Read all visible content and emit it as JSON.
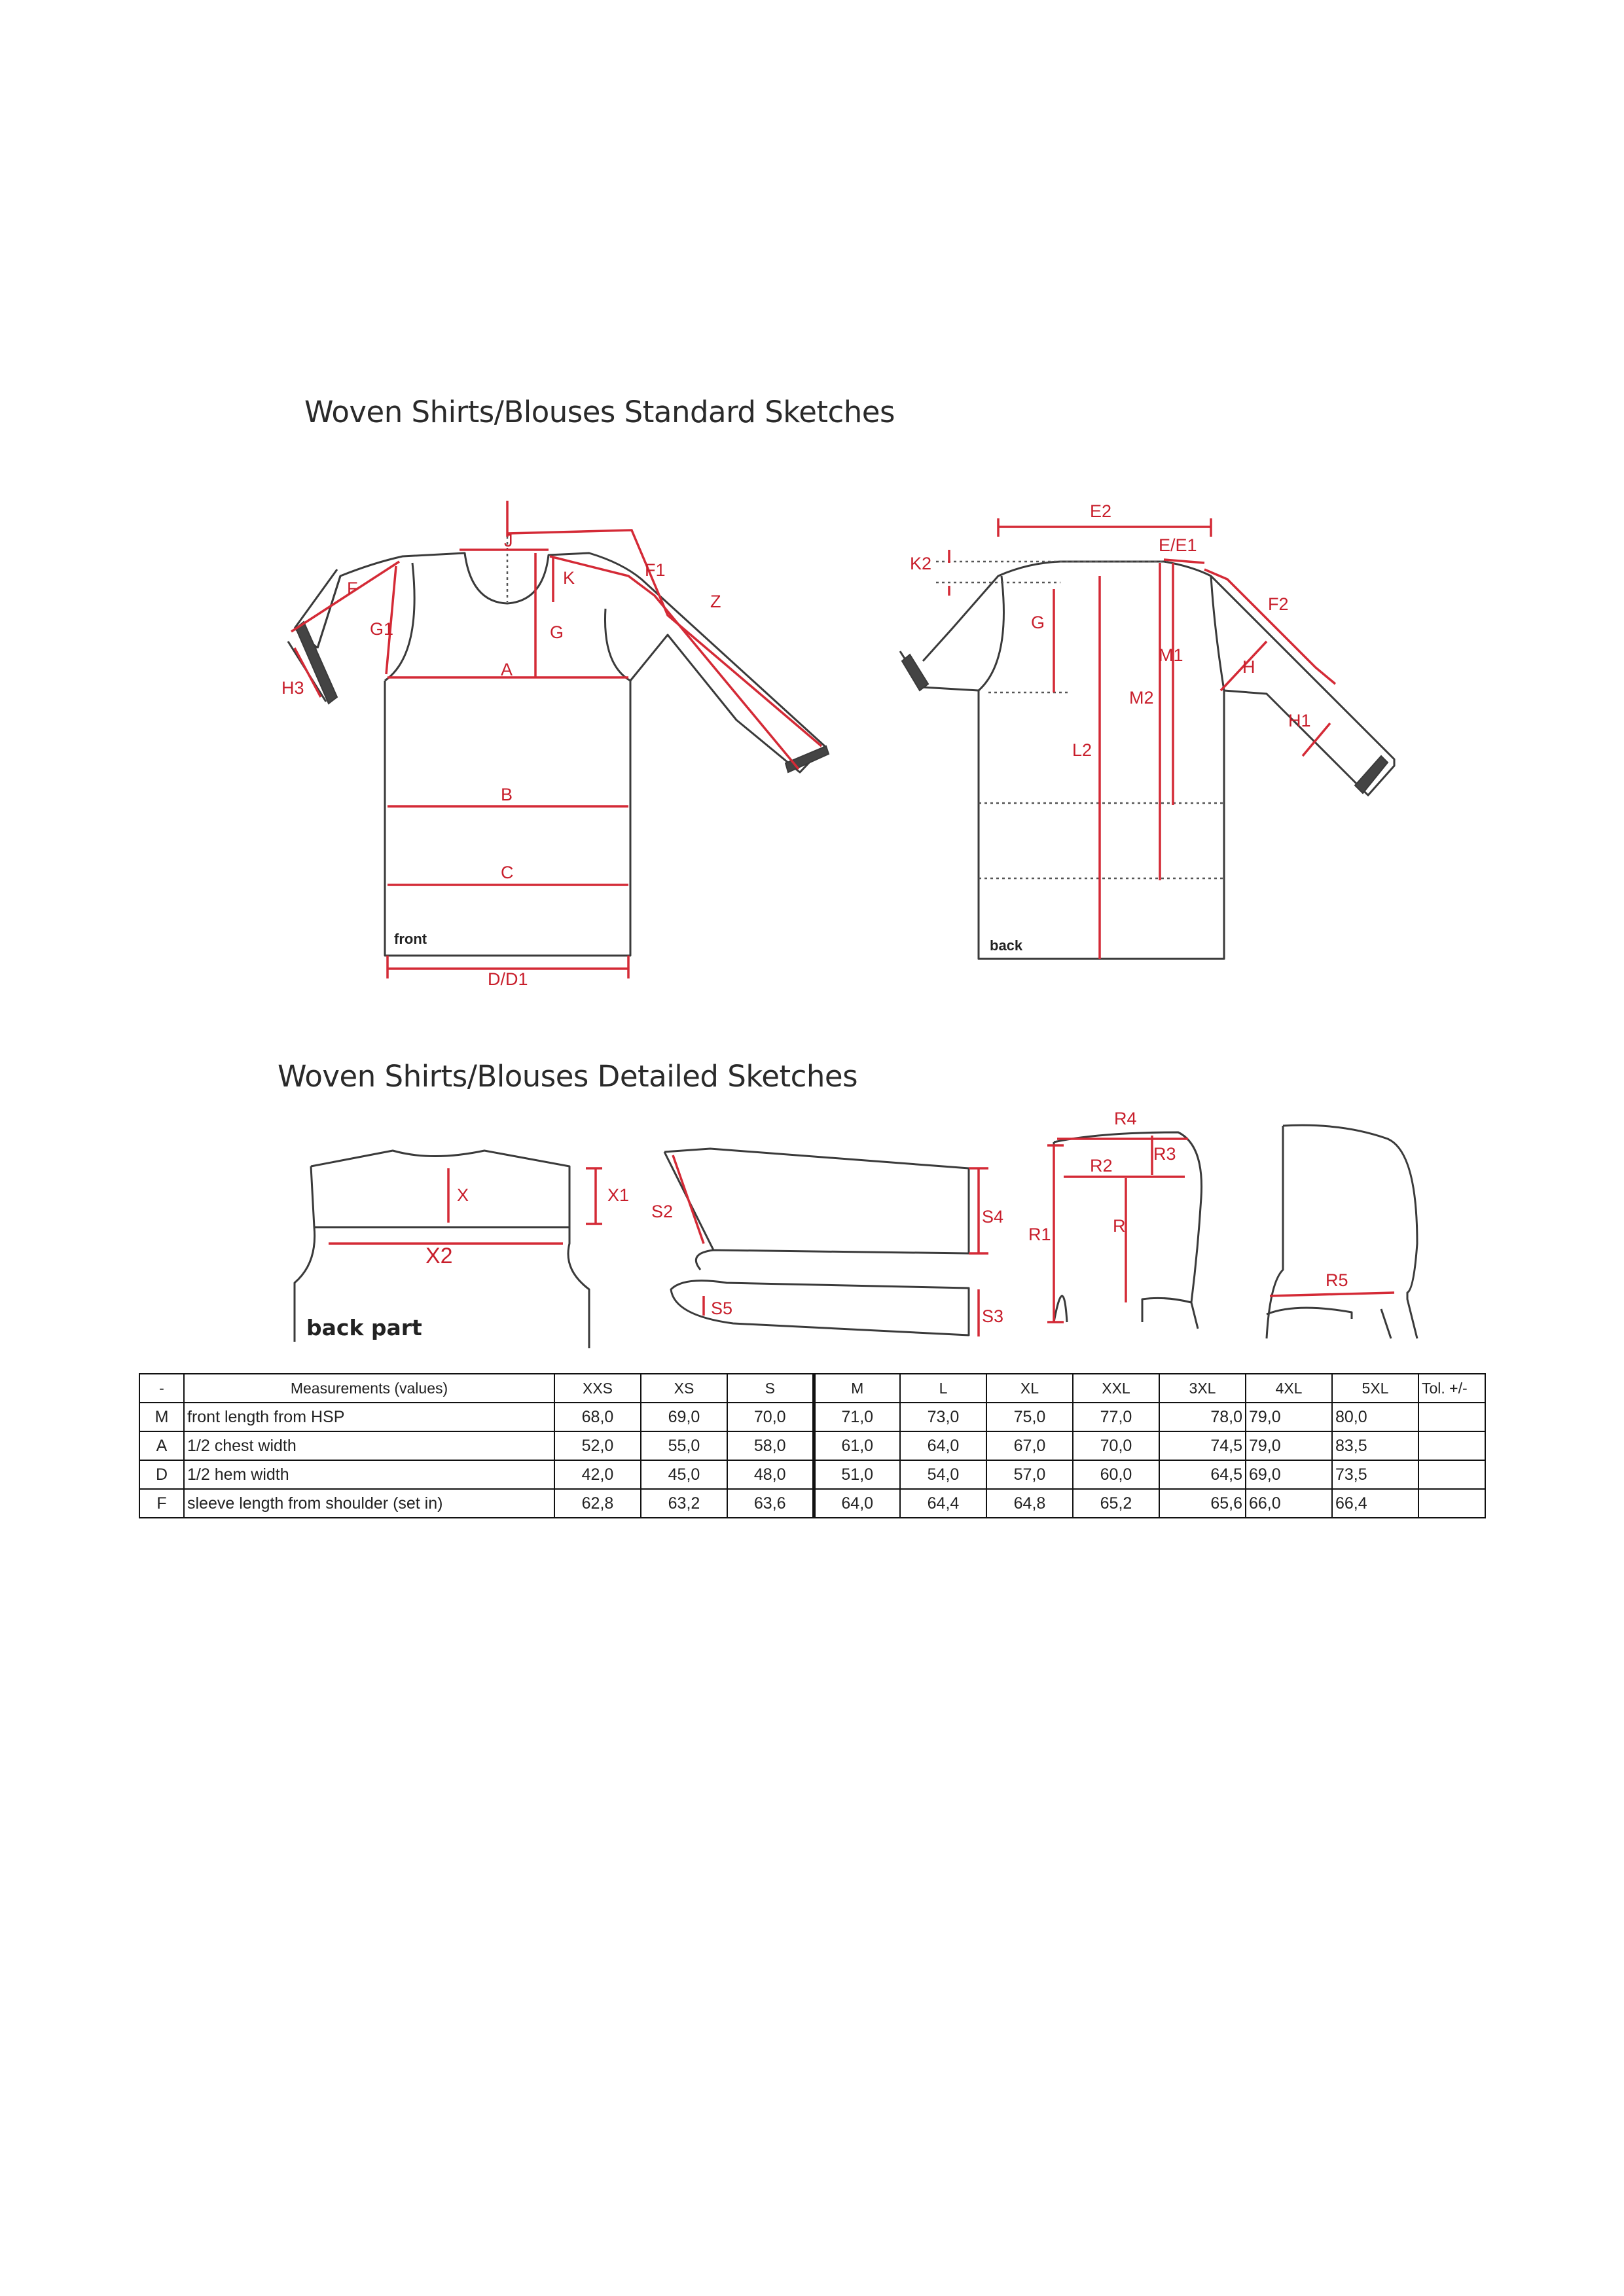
{
  "titles": {
    "standard": "Woven Shirts/Blouses Standard Sketches",
    "detailed": "Woven Shirts/Blouses Detailed Sketches"
  },
  "sketch_labels": {
    "front": "front",
    "back": "back",
    "back_part": "back part",
    "front_marks": [
      "J",
      "K",
      "F",
      "F1",
      "Z",
      "G1",
      "G",
      "H3",
      "A",
      "B",
      "C",
      "D/D1"
    ],
    "back_marks": [
      "E2",
      "E/E1",
      "K2",
      "G",
      "F2",
      "M1",
      "H",
      "M2",
      "H1",
      "L2"
    ],
    "detail_marks": [
      "X",
      "X1",
      "X2",
      "S2",
      "S4",
      "S5",
      "S3",
      "R4",
      "R3",
      "R2",
      "R1",
      "R",
      "R5"
    ]
  },
  "table": {
    "header": {
      "code": "-",
      "label": "Measurements (values)",
      "sizes": [
        "XXS",
        "XS",
        "S",
        "M",
        "L",
        "XL",
        "XXL",
        "3XL",
        "4XL",
        "5XL"
      ],
      "tol": "Tol. +/-"
    },
    "rows": [
      {
        "code": "M",
        "label": "front length from HSP",
        "values": [
          "68,0",
          "69,0",
          "70,0",
          "71,0",
          "73,0",
          "75,0",
          "77,0",
          "78,0",
          "79,0",
          "80,0"
        ],
        "tol": ""
      },
      {
        "code": "A",
        "label": "1/2 chest width",
        "values": [
          "52,0",
          "55,0",
          "58,0",
          "61,0",
          "64,0",
          "67,0",
          "70,0",
          "74,5",
          "79,0",
          "83,5"
        ],
        "tol": ""
      },
      {
        "code": "D",
        "label": "1/2 hem width",
        "values": [
          "42,0",
          "45,0",
          "48,0",
          "51,0",
          "54,0",
          "57,0",
          "60,0",
          "64,5",
          "69,0",
          "73,5"
        ],
        "tol": ""
      },
      {
        "code": "F",
        "label": "sleeve length from shoulder (set in)",
        "values": [
          "62,8",
          "63,2",
          "63,6",
          "64,0",
          "64,4",
          "64,8",
          "65,2",
          "65,6",
          "66,0",
          "66,4"
        ],
        "tol": ""
      }
    ]
  },
  "colors": {
    "annotation": "#d42a36",
    "outline": "#3a3a3a"
  }
}
